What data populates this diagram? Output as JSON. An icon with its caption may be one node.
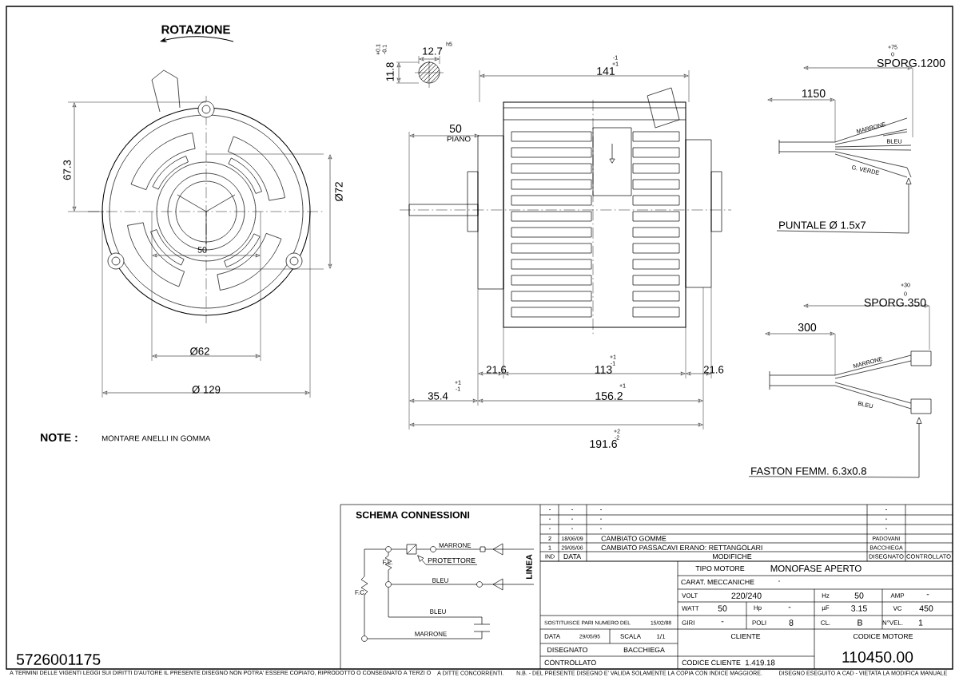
{
  "diagram": {
    "nodes": [
      {
        "text": [
          "PROTETTORE"
        ]
      },
      {
        "text": [
          "PUNTALE Ø 1.5x7"
        ]
      },
      {
        "text": [
          "FASTON FEMM. 6.3x0.8"
        ]
      }
    ],
    "edges": [
      {
        "from": 0,
        "to": null,
        "arrow": "to"
      },
      {
        "from": 1,
        "to": null,
        "arrow": "to"
      },
      {
        "from": 2,
        "to": null,
        "arrow": "to"
      }
    ],
    "labels": [
      "ROTAZIONE",
      "67.3",
      "Ø72",
      "50",
      "Ø62",
      "Ø 129",
      "12.7",
      "h5",
      "11.8",
      "+0.1",
      "-0.1",
      "141",
      "-1",
      "+1",
      "50",
      "PIANO",
      "21.6",
      "113",
      "+1",
      "-1",
      "21.6",
      "35.4",
      "+1",
      "-1",
      "156.2",
      "+1",
      "191.6",
      "+2",
      "-2",
      "+75",
      "0",
      "SPORG.1200",
      "1150",
      "MARRONE",
      "BLEU",
      "G. VERDE",
      "+30",
      "0",
      "SPORG.350",
      "300",
      "MARRONE",
      "BLEU",
      "NOTE :",
      "MONTARE ANELLI IN GOMMA",
      "5726001175",
      "SCHEMA CONNESSIONI",
      "MARRONE",
      "F.L.",
      "BLEU",
      "LINEA",
      "F.C.",
      "BLEU",
      "MARRONE",
      "-",
      "-",
      "-",
      "-",
      "-",
      "-",
      "-",
      "-",
      "-",
      "-",
      "-",
      "-",
      "2",
      "18/06/09",
      "CAMBIATO GOMME",
      "PADOVANI",
      "1",
      "29/05/06",
      "CAMBIATO PASSACAVI ERANO: RETTANGOLARI",
      "BACCHIEGA",
      "IND",
      "DATA",
      "MODIFICHE",
      "DISEGNATO",
      "CONTROLLATO",
      "TIPO MOTORE",
      "MONOFASE APERTO",
      "CARAT. MECCANICHE",
      "-",
      "VOLT",
      "220/240",
      "Hz",
      "50",
      "AMP",
      "-",
      "WATT",
      "50",
      "Hp",
      "-",
      "µF",
      "3.15",
      "VC",
      "450",
      "SOSTITUISCE PARI NUMERO DEL",
      "15/02/88",
      "GIRI",
      "-",
      "POLI",
      "8",
      "CL.",
      "B",
      "N°VEL.",
      "1",
      "DATA",
      "29/05/95",
      "SCALA",
      "1/1",
      "DISEGNATO",
      "BACCHIEGA",
      "CONTROLLATO",
      "CLIENTE",
      "CODICE CLIENTE",
      "1.419.18",
      "CODICE MOTORE",
      "110450.00",
      "A TERMINI DELLE VIGENTI LEGGI SUI DIRITTI D'AUTORE IL PRESENTE DISEGNO NON POTRA' ESSERE COPIATO, RIPRODOTTO O CONSEGNATO A TERZI O",
      "A DITTE CONCORRENTI.",
      "N.B. - DEL PRESENTE DISEGNO E' VALIDA SOLAMENTE LA COPIA CON INDICE MAGGIORE.",
      "DISEGNO ESEGUITO A CAD - VIETATA LA MODIFICA MANUALE"
    ]
  }
}
